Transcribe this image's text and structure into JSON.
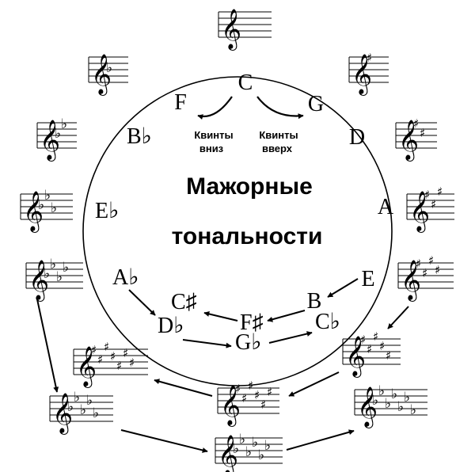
{
  "title": {
    "line1": "Мажорные",
    "line2": "тональности"
  },
  "directions": {
    "down_line1": "Квинты",
    "down_line2": "вниз",
    "up_line1": "Квинты",
    "up_line2": "вверх"
  },
  "key_labels": {
    "c": "C",
    "g": "G",
    "d": "D",
    "a": "A",
    "e": "E",
    "b": "B",
    "f_sharp": "F♯",
    "c_sharp": "C♯",
    "f": "F",
    "b_flat": "B♭",
    "e_flat": "E♭",
    "a_flat": "A♭",
    "d_flat": "D♭",
    "g_flat": "G♭",
    "c_flat": "C♭"
  },
  "key_signatures": {
    "c": {
      "type": "natural",
      "count": 0
    },
    "g": {
      "type": "sharp",
      "count": 1
    },
    "d": {
      "type": "sharp",
      "count": 2
    },
    "a": {
      "type": "sharp",
      "count": 3
    },
    "e": {
      "type": "sharp",
      "count": 4
    },
    "b": {
      "type": "sharp",
      "count": 5
    },
    "f_sharp": {
      "type": "sharp",
      "count": 6
    },
    "c_sharp": {
      "type": "sharp",
      "count": 7
    },
    "f": {
      "type": "flat",
      "count": 1
    },
    "b_flat": {
      "type": "flat",
      "count": 2
    },
    "e_flat": {
      "type": "flat",
      "count": 3
    },
    "a_flat": {
      "type": "flat",
      "count": 4
    },
    "d_flat": {
      "type": "flat",
      "count": 5
    },
    "g_flat": {
      "type": "flat",
      "count": 6
    },
    "c_flat": {
      "type": "flat",
      "count": 7
    }
  },
  "colors": {
    "ink": "#000000",
    "background": "#ffffff"
  }
}
